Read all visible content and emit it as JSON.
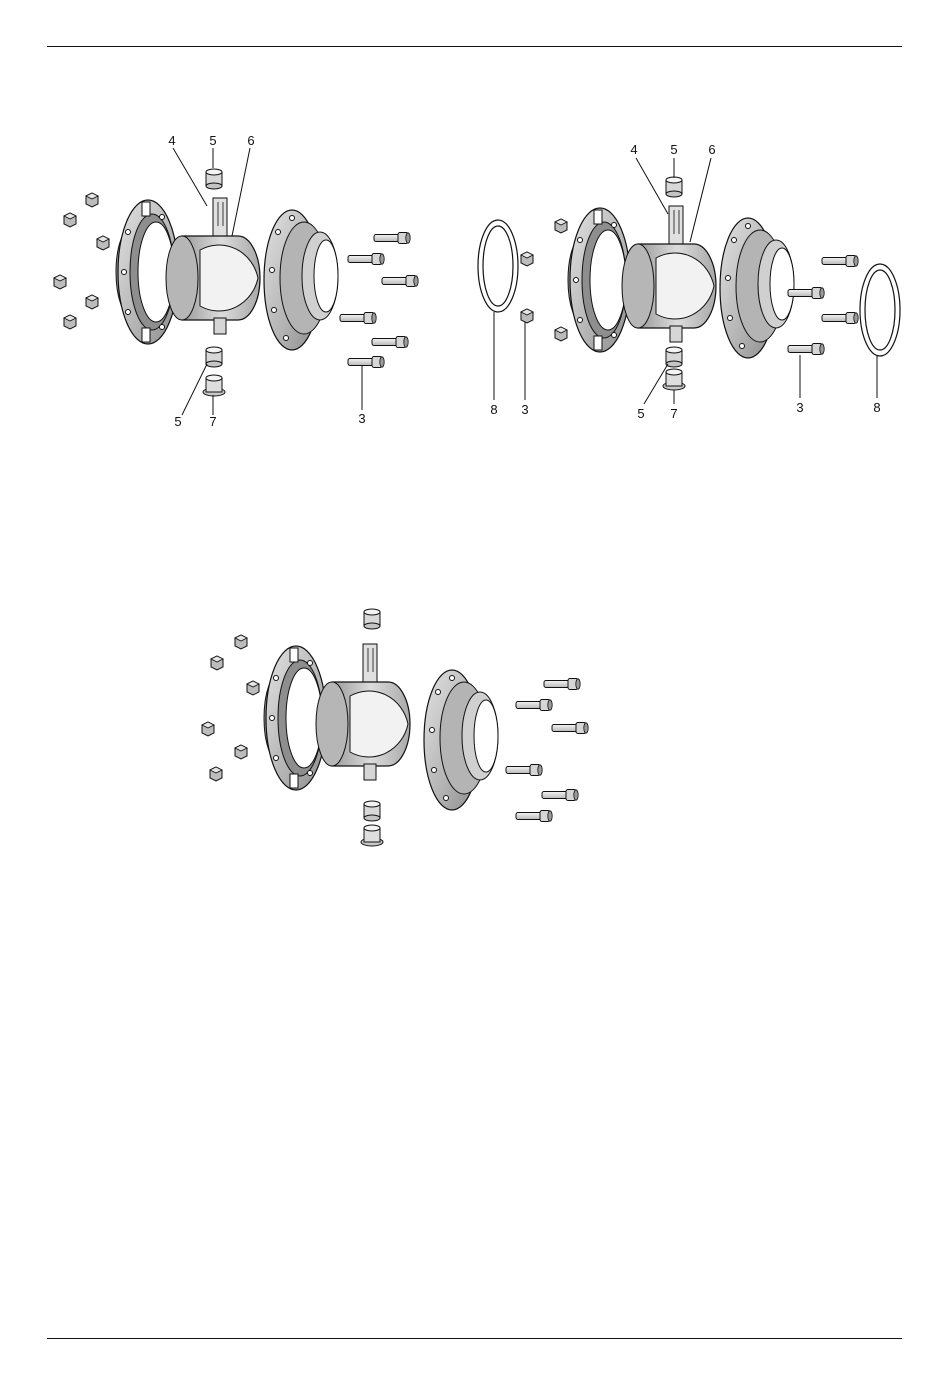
{
  "figure_left": {
    "callouts": {
      "top_4": "4",
      "top_5": "5",
      "top_6": "6",
      "bot_5": "5",
      "bot_7": "7",
      "bot_3": "3"
    }
  },
  "figure_right": {
    "callouts": {
      "top_4": "4",
      "top_5": "5",
      "top_6": "6",
      "bot_8a": "8",
      "bot_3a": "3",
      "bot_5": "5",
      "bot_7": "7",
      "bot_3b": "3",
      "bot_8b": "8"
    }
  },
  "figure_bottom": {
    "callouts": {}
  },
  "colors": {
    "ink": "#111111",
    "steel_light": "#d2d2d2",
    "steel_mid": "#a6a6a6",
    "steel_dark": "#7a7a7a",
    "ball_face": "#f2f2f2"
  }
}
